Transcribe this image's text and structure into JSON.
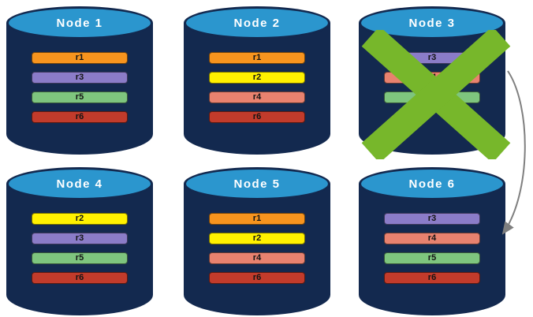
{
  "diagram": {
    "description": "Six database node cylinders in a 2x3 grid showing replica distribution; Node 3 is crossed out (failed) with an arrow pointing to Node 6."
  },
  "nodes": [
    {
      "title": "Node 1",
      "failed": false,
      "replicas": [
        {
          "label": "r1",
          "color": "#F7941E"
        },
        {
          "label": "r3",
          "color": "#8B7CC8"
        },
        {
          "label": "r5",
          "color": "#7EC57E"
        },
        {
          "label": "r6",
          "color": "#C23B2B"
        }
      ]
    },
    {
      "title": "Node 2",
      "failed": false,
      "replicas": [
        {
          "label": "r1",
          "color": "#F7941E"
        },
        {
          "label": "r2",
          "color": "#FFF100"
        },
        {
          "label": "r4",
          "color": "#E8826F"
        },
        {
          "label": "r6",
          "color": "#C23B2B"
        }
      ]
    },
    {
      "title": "Node 3",
      "failed": true,
      "replicas": [
        {
          "label": "r3",
          "color": "#8B7CC8"
        },
        {
          "label": "r4",
          "color": "#E8826F"
        },
        {
          "label": "r5",
          "color": "#7EC57E"
        }
      ]
    },
    {
      "title": "Node 4",
      "failed": false,
      "replicas": [
        {
          "label": "r2",
          "color": "#FFF100"
        },
        {
          "label": "r3",
          "color": "#8B7CC8"
        },
        {
          "label": "r5",
          "color": "#7EC57E"
        },
        {
          "label": "r6",
          "color": "#C23B2B"
        }
      ]
    },
    {
      "title": "Node 5",
      "failed": false,
      "replicas": [
        {
          "label": "r1",
          "color": "#F7941E"
        },
        {
          "label": "r2",
          "color": "#FFF100"
        },
        {
          "label": "r4",
          "color": "#E8826F"
        },
        {
          "label": "r6",
          "color": "#C23B2B"
        }
      ]
    },
    {
      "title": "Node 6",
      "failed": false,
      "replicas": [
        {
          "label": "r3",
          "color": "#8B7CC8"
        },
        {
          "label": "r4",
          "color": "#E8826F"
        },
        {
          "label": "r5",
          "color": "#7EC57E"
        },
        {
          "label": "r6",
          "color": "#C23B2B"
        }
      ]
    }
  ],
  "failure_mark": {
    "node": "Node 3",
    "color": "#77B72B"
  },
  "arrow": {
    "from": "Node 3",
    "to": "Node 6",
    "color": "#7F7F7F"
  },
  "palette": {
    "cylinder_body": "#13294F",
    "cylinder_top": "#2B96CE",
    "title_text": "#FFFFFF"
  }
}
